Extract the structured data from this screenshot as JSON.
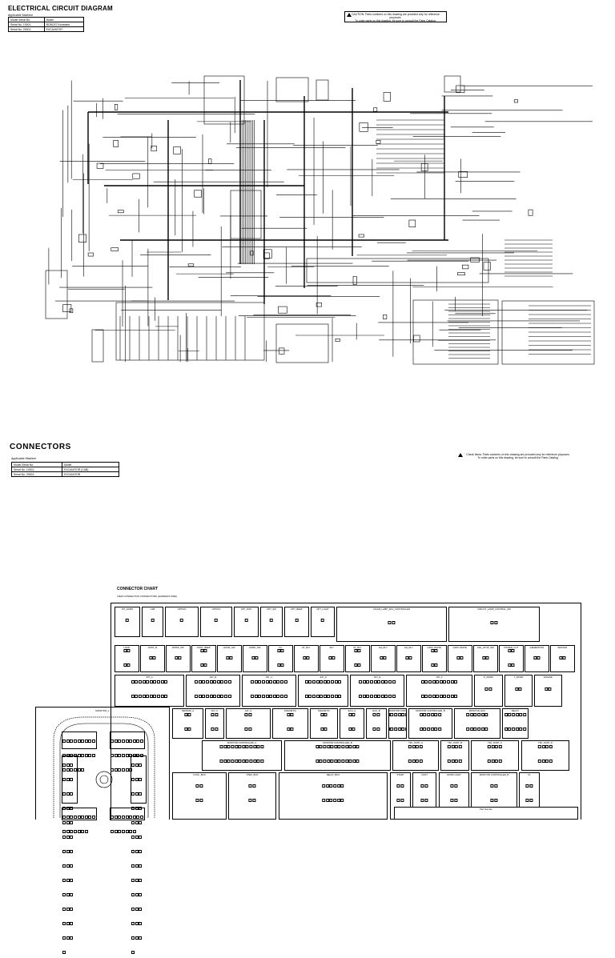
{
  "diagram": {
    "title": "ELECTRICAL CIRCUIT DIAGRAM",
    "machine_label": "Applicable Machine",
    "table_rows": [
      [
        "Model Serial No.",
        "Model"
      ],
      [
        "Serial No. 10001-",
        "BOBCAT Excavator"
      ],
      [
        "Serial No. 20001-",
        "EXCAVATOR"
      ]
    ],
    "notice_line1": "CAUTION: Parts numbers on this drawing are provided only for reference purposes.",
    "notice_line2": "To order parts on this drawing, be sure to consult the Parts Catalog."
  },
  "connectors": {
    "title": "CONNECTORS",
    "machine_label": "Applicable Machine",
    "table_rows": [
      [
        "Model Serial No.",
        "Model"
      ],
      [
        "Serial No. 10001-",
        "EXCAVATOR (CAB)"
      ],
      [
        "Serial No. 20001-",
        "EXCAVATOR"
      ]
    ],
    "notice_line1": "Check items: Parts numbers on this drawing are provided only for reference purposes.",
    "notice_line2": "To order parts on this drawing, be sure to consult the Parts Catalog."
  },
  "chart": {
    "title": "CONNECTOR CHART",
    "subtitle": "VIEW CONNECTOR CONNECTORS (HARNESS SIDE)",
    "row1": [
      "INT_HORN",
      "CAB",
      "OPTION",
      "OPTION",
      "OPT_ROD",
      "OPT_SW",
      "OPT_BEEP",
      "OPT_LIGHT",
      "CIGAR_LAMP_ADV_CONTROLLER",
      "CIRCUIT_LAMP_CONTROL_SW"
    ],
    "row2": [
      "LOAD",
      "JOINT_B",
      "WORK_SW",
      "JOINT_BEEP",
      "HOOR_SW",
      "HORN_SW",
      "FU",
      "ST_RLY",
      "RLY",
      "ST_RLY",
      "GH_RLY",
      "GH_RLY",
      "GRAY WHITE",
      "GRAY WHITE",
      "GRL_STOP_SW",
      "POWER_CUT",
      "GENERATOR",
      "SENSOR"
    ],
    "row3": [
      "JNT_A",
      "JNT_B",
      "JNT_C",
      "JNT_D",
      "JNT_E",
      "JNT_F",
      "P_WORK",
      "T_WORK",
      "ENGINE"
    ],
    "row4": [
      "SENSOR_A",
      "ALT_C",
      "ALT_A",
      "MAGNETIC",
      "MAGNETIC",
      "ECU_A",
      "ECU_B",
      "MONITOR CONTROLLER_A",
      "MONITOR CONTROLLER_B",
      "MONITOR_ECU",
      "RELAY"
    ],
    "row5": [
      "MONITOR CONTROLLER_A",
      "MONITOR CONTROLLER_B",
      "TIM_JOINT_A",
      "TIM_JOINT_B",
      "TIM_JOINT_C",
      "TIM_JOINT_D"
    ],
    "row6": [
      "COOL_BOX",
      "STEP_BOX",
      "RELAY_BOX",
      "START",
      "CONT",
      "WORK LIGHT",
      "MONITOR CONTROLLER_B",
      "FL"
    ],
    "left_panel": "MONITOR_1",
    "part_no": "Part Number"
  }
}
